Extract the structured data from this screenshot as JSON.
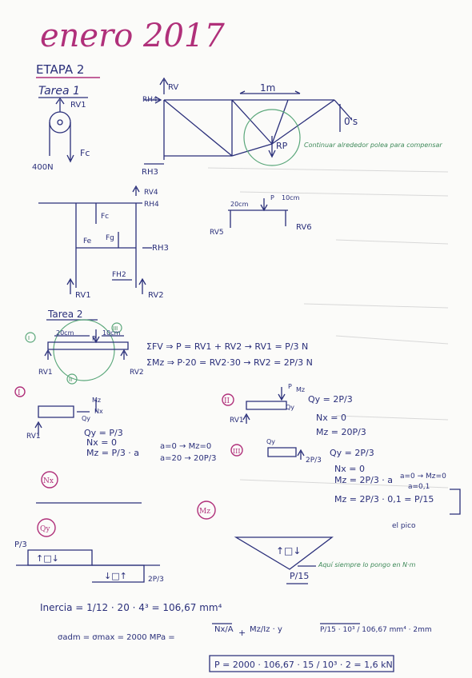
{
  "colors": {
    "ink": "#2a2f7a",
    "accent": "#b0307a",
    "green": "#3f8a5a"
  },
  "heading": {
    "title": "enero 2017",
    "stage": "ETAPA 2",
    "task1": "Tarea 1",
    "task2": "Tarea 2"
  },
  "pulley": {
    "rv1": "RV1",
    "load": "400N",
    "fc": "Fc"
  },
  "truss": {
    "rh4": "RH4",
    "rv": "RV",
    "rh3": "RH3",
    "span": "1m",
    "height": "0's",
    "rp": "RP",
    "note": "Continuar alrededor polea para compensar"
  },
  "small_beam": {
    "left": "20cm",
    "right": "10cm",
    "p": "P",
    "rv5": "RV5",
    "rv6": "RV6"
  },
  "frame": {
    "rv4": "RV4",
    "rh4": "RH4",
    "fc": "Fc",
    "fe": "Fe",
    "fg": "Fg",
    "rh3": "RH3",
    "fh2": "FH2",
    "rv1": "RV1",
    "rv2": "RV2"
  },
  "beam2": {
    "left": "20cm",
    "p": "P",
    "right": "10cm",
    "rv1": "RV1",
    "rv2": "RV2",
    "i": "I",
    "ii": "II",
    "iii": "III"
  },
  "equilibrium": {
    "eq1": "ΣFV ⇒ P = RV1 + RV2  →  RV1 = P/3 N",
    "eq2": "ΣMz ⇒ P·20 = RV2·30  →  RV2 = 2P/3 N"
  },
  "sec1": {
    "label": "I",
    "mz": "Mz",
    "nx": "Nx",
    "qy": "Qy",
    "rv1": "RV1",
    "l1": "Qy = P/3",
    "l2": "Nx = 0",
    "l3": "Mz = P/3 · a",
    "l4a": "a=0 → Mz=0",
    "l4b": "a=20 → 20P/3"
  },
  "sec2": {
    "label": "II",
    "p": "P",
    "mz": "Mz",
    "qy": "Qy",
    "rv1": "RV1",
    "l1": "Qy = 2P/3",
    "l2": "Nx = 0",
    "l3": "Mz = 20P/3"
  },
  "sec3": {
    "label": "III",
    "qy": "Qy",
    "p": "2P/3",
    "l1": "Qy = 2P/3",
    "l2": "Nx = 0",
    "l3": "Mz = 2P/3 · a",
    "l4a": "a=0 → Mz=0",
    "l4b": "a=0,1",
    "l5": "Mz = 2P/3 · 0,1 = P/15",
    "l6": "el pico"
  },
  "diagrams": {
    "nx": "Nx",
    "mz": "Mz",
    "qy": "Qy",
    "p3": "P/3",
    "p23": "2P/3",
    "sym": "↑□↓",
    "sym2": "↓□↑",
    "mzval": "P/15",
    "note": "Aquí siempre lo pongo en N·m"
  },
  "inertia": "Inercia = 1/12 · 20 · 4³ = 106,67 mm⁴",
  "stress": {
    "lhs": "σadm = σmax = 2000 MPa =",
    "frac1": "Nx/A",
    "plus": "+",
    "frac2": "Mz/Iz · y",
    "rhs": "P/15 · 10³ / 106,67 mm⁴ · 2mm",
    "result": "P = 2000 · 106,67 · 15 / 10³ · 2 = 1,6 kN"
  }
}
